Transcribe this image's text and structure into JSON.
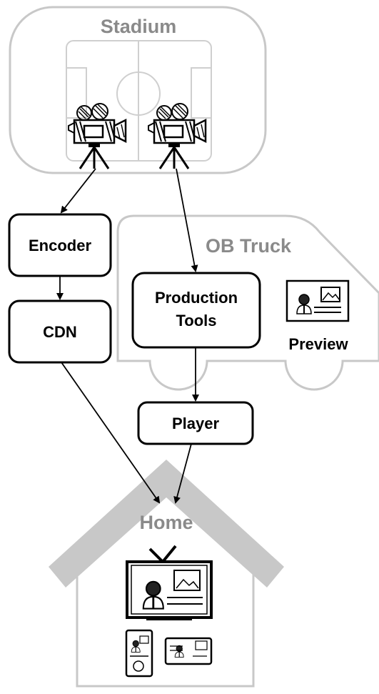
{
  "areas": {
    "stadium": "Stadium",
    "ob_truck": "OB Truck",
    "home": "Home"
  },
  "nodes": {
    "encoder": "Encoder",
    "cdn": "CDN",
    "production_tools": [
      "Production",
      "Tools"
    ],
    "player": "Player",
    "preview": "Preview"
  },
  "colors": {
    "region_outline": "#c8c8c8",
    "region_label": "#8a8a8a",
    "box_stroke": "#000000",
    "arrow": "#000000",
    "roof": "#c8c8c8"
  },
  "icons": [
    "soccer-field-icon",
    "video-camera-icon",
    "monitor-presenter-icon",
    "tv-icon",
    "phone-icon",
    "tablet-icon"
  ]
}
